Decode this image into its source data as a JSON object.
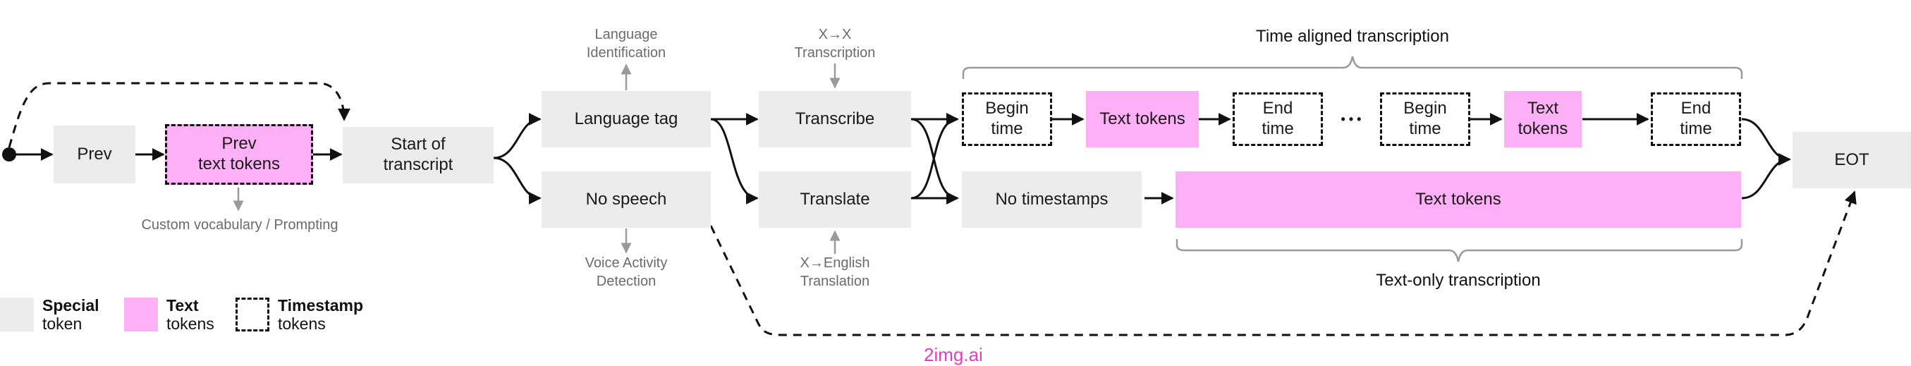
{
  "nodes": {
    "prev": "Prev",
    "prev_text_tokens": "Prev\ntext tokens",
    "start_of_transcript": "Start of\ntranscript",
    "language_tag": "Language tag",
    "no_speech": "No speech",
    "transcribe": "Transcribe",
    "translate": "Translate",
    "begin_time_1": "Begin\ntime",
    "text_tokens_1": "Text tokens",
    "end_time_1": "End\ntime",
    "ellipsis": "• • •",
    "begin_time_2": "Begin\ntime",
    "text_tokens_2": "Text tokens",
    "end_time_2": "End\ntime",
    "no_timestamps": "No timestamps",
    "text_tokens_long": "Text tokens",
    "eot": "EOT"
  },
  "annotations": {
    "language_identification": "Language\nIdentification",
    "x_to_x": "X→X\nTranscription",
    "custom_vocab": "Custom vocabulary / Prompting",
    "vad": "Voice Activity\nDetection",
    "x_to_english": "X→English\nTranslation"
  },
  "brackets": {
    "time_aligned": "Time aligned transcription",
    "text_only": "Text-only transcription"
  },
  "legend": {
    "special_bold": "Special",
    "special_rest": "token",
    "text_bold": "Text",
    "text_rest": "tokens",
    "timestamp_bold": "Timestamp",
    "timestamp_rest": "tokens"
  },
  "colors": {
    "special": "#ececec",
    "text": "#fdb0f6",
    "timestamp_border": "#111111",
    "watermark": "#e040c0"
  },
  "watermark": "2img.ai"
}
